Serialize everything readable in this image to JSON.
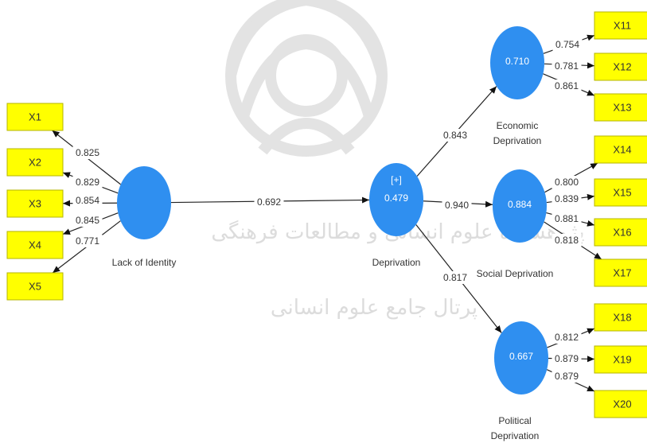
{
  "watermark": {
    "line1": "پژوهشگاه علوم انسانی و مطالعات فرهنگی",
    "line2": "پرتال جامع علوم انسانی"
  },
  "indicators": [
    {
      "id": "X1",
      "label": "X1"
    },
    {
      "id": "X2",
      "label": "X2"
    },
    {
      "id": "X3",
      "label": "X3"
    },
    {
      "id": "X4",
      "label": "X4"
    },
    {
      "id": "X5",
      "label": "X5"
    },
    {
      "id": "X11",
      "label": "X11"
    },
    {
      "id": "X12",
      "label": "X12"
    },
    {
      "id": "X13",
      "label": "X13"
    },
    {
      "id": "X14",
      "label": "X14"
    },
    {
      "id": "X15",
      "label": "X15"
    },
    {
      "id": "X16",
      "label": "X16"
    },
    {
      "id": "X17",
      "label": "X17"
    },
    {
      "id": "X18",
      "label": "X18"
    },
    {
      "id": "X19",
      "label": "X19"
    },
    {
      "id": "X20",
      "label": "X20"
    }
  ],
  "latents": [
    {
      "id": "lack",
      "name": [
        "Lack of Identity"
      ],
      "value": "",
      "marker": ""
    },
    {
      "id": "dep",
      "name": [
        "Deprivation"
      ],
      "value": "0.479",
      "marker": "[+]"
    },
    {
      "id": "eco",
      "name": [
        "Economic",
        "Deprivation"
      ],
      "value": "0.710",
      "marker": ""
    },
    {
      "id": "soc",
      "name": [
        "Social Deprivation"
      ],
      "value": "0.884",
      "marker": ""
    },
    {
      "id": "pol",
      "name": [
        "Political",
        "Deprivation"
      ],
      "value": "0.667",
      "marker": ""
    }
  ],
  "loadings": [
    {
      "from": "lack",
      "to": "X1",
      "value": "0.825"
    },
    {
      "from": "lack",
      "to": "X2",
      "value": "0.829"
    },
    {
      "from": "lack",
      "to": "X3",
      "value": "0.854"
    },
    {
      "from": "lack",
      "to": "X4",
      "value": "0.845"
    },
    {
      "from": "lack",
      "to": "X5",
      "value": "0.771"
    },
    {
      "from": "eco",
      "to": "X11",
      "value": "0.754"
    },
    {
      "from": "eco",
      "to": "X12",
      "value": "0.781"
    },
    {
      "from": "eco",
      "to": "X13",
      "value": "0.861"
    },
    {
      "from": "soc",
      "to": "X14",
      "value": "0.800"
    },
    {
      "from": "soc",
      "to": "X15",
      "value": "0.839"
    },
    {
      "from": "soc",
      "to": "X16",
      "value": "0.881"
    },
    {
      "from": "soc",
      "to": "X17",
      "value": "0.818"
    },
    {
      "from": "pol",
      "to": "X18",
      "value": "0.812"
    },
    {
      "from": "pol",
      "to": "X19",
      "value": "0.879"
    },
    {
      "from": "pol",
      "to": "X20",
      "value": "0.879"
    }
  ],
  "paths": [
    {
      "from": "lack",
      "to": "dep",
      "value": "0.692"
    },
    {
      "from": "dep",
      "to": "eco",
      "value": "0.843"
    },
    {
      "from": "dep",
      "to": "soc",
      "value": "0.940"
    },
    {
      "from": "dep",
      "to": "pol",
      "value": "0.817"
    }
  ]
}
